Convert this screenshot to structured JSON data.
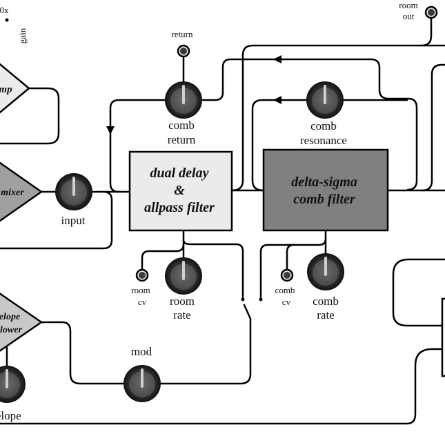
{
  "diagram": {
    "colors": {
      "block_light": "#ebebeb",
      "block_dark": "#808080",
      "triangle_light": "#ebebeb",
      "triangle_mid": "#a0a0a0",
      "triangle_env": "#c8c8c8",
      "knob_outer": "#2a2a2a",
      "knob_inner": "#5a5a5a",
      "knob_pointer": "#d0d0d0",
      "jack_inner": "#3a3a3a"
    },
    "top_left": {
      "partial_label": "0x",
      "gain_label": "gain"
    },
    "triangles": {
      "amp": {
        "label": "mp"
      },
      "mixer": {
        "label": "mixer"
      },
      "envelope_follower": {
        "line1": "elope",
        "line2": "llower"
      }
    },
    "blocks": {
      "dual_delay": {
        "line1": "dual delay",
        "line2": "&",
        "line3": "allpass filter"
      },
      "comb_filter": {
        "line1": "delta-sigma",
        "line2": "comb filter"
      }
    },
    "knobs": {
      "input": {
        "line1": "input",
        "value": 0.5
      },
      "comb_return": {
        "line1": "comb",
        "line2": "return",
        "value": 0.5
      },
      "comb_resonance": {
        "line1": "comb",
        "line2": "resonance",
        "value": 0.5
      },
      "room_rate": {
        "line1": "room",
        "line2": "rate",
        "value": 0.5
      },
      "comb_rate": {
        "line1": "comb",
        "line2": "rate",
        "value": 0.5
      },
      "mod": {
        "line1": "mod",
        "value": 0.5
      },
      "envelope": {
        "line1": "velope",
        "value": 0.5
      }
    },
    "jacks": {
      "return": {
        "label": "return"
      },
      "room_out": {
        "line1": "room",
        "line2": "out"
      },
      "room_cv": {
        "line1": "room",
        "line2": "cv"
      },
      "comb_cv": {
        "line1": "comb",
        "line2": "cv"
      }
    }
  }
}
